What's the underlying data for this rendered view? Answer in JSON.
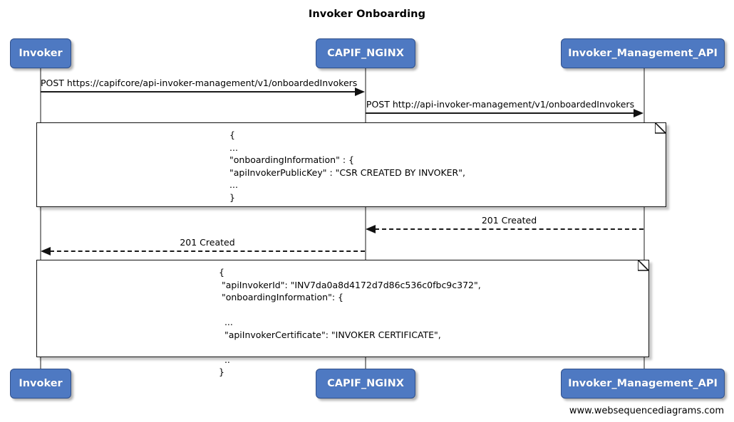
{
  "diagram": {
    "title": "Invoker Onboarding",
    "footer": "www.websequencediagrams.com",
    "accent_color": "#4E79C2",
    "border_color": "#2F4F8A",
    "line_color": "#1a1a1a",
    "lifeline_color": "#8c8c8c"
  },
  "participants": [
    {
      "id": "invoker",
      "label": "Invoker"
    },
    {
      "id": "capif_nginx",
      "label": "CAPIF_NGINX"
    },
    {
      "id": "invoker_management_api",
      "label": "Invoker_Management_API"
    }
  ],
  "messages": [
    {
      "id": "msg1",
      "label": "POST https://capifcore/api-invoker-management/v1/onboardedInvokers",
      "from": "invoker",
      "to": "capif_nginx",
      "style": "solid",
      "direction": "right"
    },
    {
      "id": "msg2",
      "label": "POST http://api-invoker-management/v1/onboardedInvokers",
      "from": "capif_nginx",
      "to": "invoker_management_api",
      "style": "solid",
      "direction": "right"
    },
    {
      "id": "msg3",
      "label": "201 Created",
      "from": "invoker_management_api",
      "to": "capif_nginx",
      "style": "dashed",
      "direction": "left"
    },
    {
      "id": "msg4",
      "label": "201 Created",
      "from": "capif_nginx",
      "to": "invoker",
      "style": "dashed",
      "direction": "left"
    }
  ],
  "notes": [
    {
      "id": "note1",
      "text": "{\n...\n\"onboardingInformation\" : {\n\"apiInvokerPublicKey\" : \"CSR CREATED BY INVOKER\",\n...\n}"
    },
    {
      "id": "note2",
      "text": "{\n \"apiInvokerId\": \"INV7da0a8d4172d7d86c536c0fbc9c372\",\n \"onboardingInformation\": {\n\n  ...\n  \"apiInvokerCertificate\": \"INVOKER CERTIFICATE\",\n\n  ..\n}"
    }
  ]
}
